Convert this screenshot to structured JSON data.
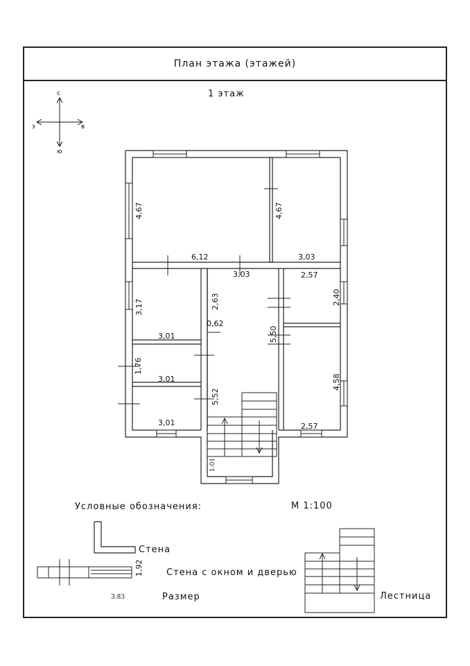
{
  "header": {
    "title": "План этажа (этажей)"
  },
  "floor": {
    "label": "1 этаж"
  },
  "compass": {
    "north": "с",
    "south": "ю",
    "west": "з",
    "east": "в"
  },
  "dimensions": {
    "big_room_height": "4,67",
    "big_room_width": "6,12",
    "right_room_height": "4,67",
    "right_room_width": "3,03",
    "hall_width": "3,03",
    "hall_height": "2,63",
    "small_top_right_width": "2,57",
    "small_top_right_height": "2,40",
    "left_room_height": "3,17",
    "left_room_width": "3,01",
    "door_width": "0,62",
    "corridor_length": "5,50",
    "small_left_height": "1,76",
    "small_left_width": "3,01",
    "stair_room_height": "5,52",
    "bottom_left_width": "3,01",
    "bottom_right_height": "4,58",
    "bottom_right_width": "2,57",
    "vestibule_height": "1.01"
  },
  "legend": {
    "heading": "Условные обозначения:",
    "scale": "М 1:100",
    "wall": "Стена",
    "wall_window_door": "Стена с окном и дверью",
    "size": "Размер",
    "size_example": "3.83",
    "size_vertical": "1,92",
    "stairs": "Лестница"
  }
}
